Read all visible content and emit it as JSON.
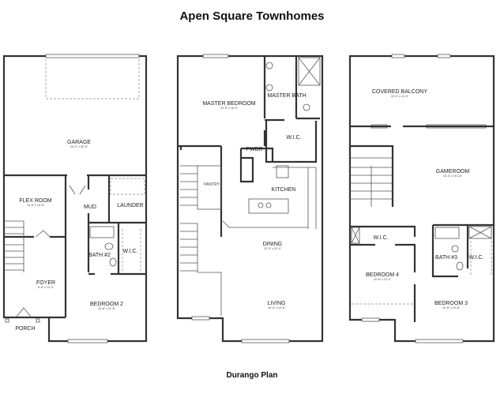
{
  "title": "Apen Square Townhomes",
  "caption": "Durango Plan",
  "plans": [
    {
      "rooms": [
        {
          "name": "GARAGE",
          "dims": "24'-0\" x 20'-0\""
        },
        {
          "name": "FLEX ROOM",
          "dims": "10'-6\" x 10'-6\""
        },
        {
          "name": "MUD"
        },
        {
          "name": "LAUNDER"
        },
        {
          "name": "BATH #2"
        },
        {
          "name": "W.I.C."
        },
        {
          "name": "FOYER",
          "dims": "6'-8\" x 13'-4\""
        },
        {
          "name": "BEDROOM 2",
          "dims": "13'-8\" x 11'-8\""
        },
        {
          "name": "PORCH"
        }
      ]
    },
    {
      "rooms": [
        {
          "name": "MASTER BEDROOM",
          "dims": "13'-0\" x 16'-0\""
        },
        {
          "name": "MASTER BATH"
        },
        {
          "name": "W.I.C."
        },
        {
          "name": "PWDR"
        },
        {
          "name": "PANTRY"
        },
        {
          "name": "KITCHEN"
        },
        {
          "name": "DINING",
          "dims": "12'-0\" x 12'-4\""
        },
        {
          "name": "LIVING",
          "dims": "16'-0\" x 12'-8\""
        }
      ]
    },
    {
      "rooms": [
        {
          "name": "COVERED BALCONY",
          "dims": "24'-0\" x 11'-6\""
        },
        {
          "name": "GAMEROOM",
          "dims": "10'-0\" x 19'-10\""
        },
        {
          "name": "W.I.C."
        },
        {
          "name": "BEDROOM 4",
          "dims": "10'-8\" x 12'-0\""
        },
        {
          "name": "BATH #3"
        },
        {
          "name": "W.I.C."
        },
        {
          "name": "BEDROOM 3",
          "dims": "13'-8\" x 10'-8\""
        }
      ]
    }
  ]
}
